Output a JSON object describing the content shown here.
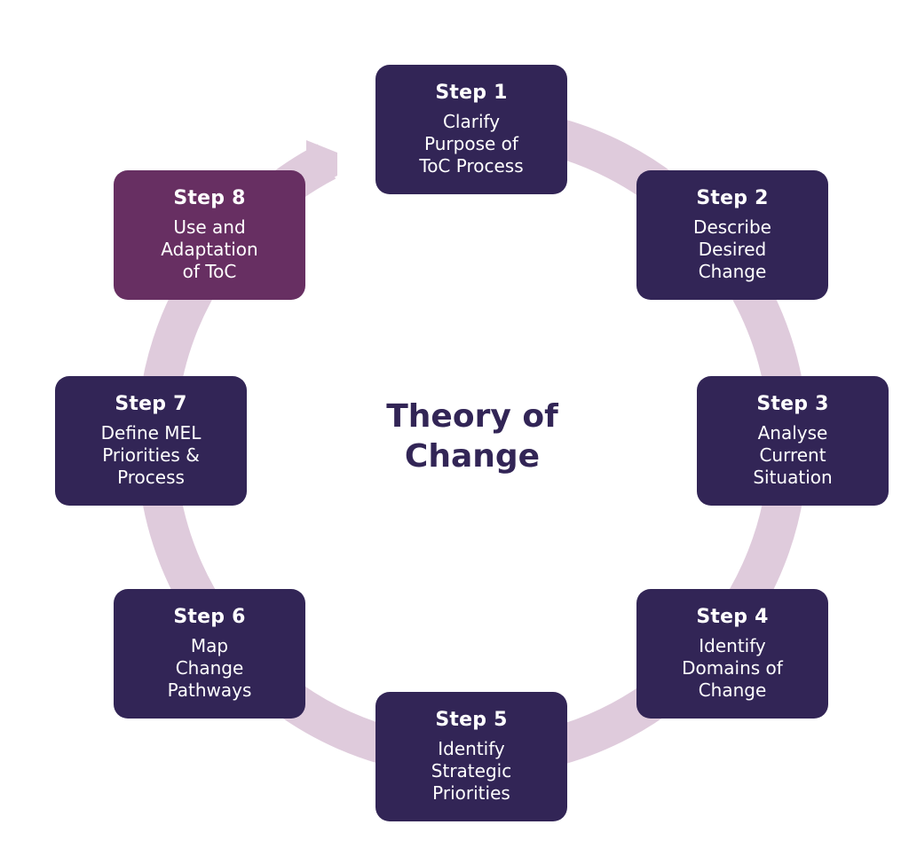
{
  "title_lines": [
    "Theory of",
    "Change"
  ],
  "colors": {
    "box": "#322556",
    "highlight_box": "#672f62",
    "ring": "#dfcbdc",
    "text": "#ffffff",
    "title": "#322556"
  },
  "steps": [
    {
      "label": "Step 1",
      "lines": [
        "Clarify",
        "Purpose of",
        "ToC Process"
      ]
    },
    {
      "label": "Step 2",
      "lines": [
        "Describe",
        "Desired",
        "Change"
      ]
    },
    {
      "label": "Step 3",
      "lines": [
        "Analyse",
        "Current",
        "Situation"
      ]
    },
    {
      "label": "Step 4",
      "lines": [
        "Identify",
        "Domains of",
        "Change"
      ]
    },
    {
      "label": "Step 5",
      "lines": [
        "Identify",
        "Strategic",
        "Priorities"
      ]
    },
    {
      "label": "Step 6",
      "lines": [
        "Map",
        "Change",
        "Pathways"
      ]
    },
    {
      "label": "Step 7",
      "lines": [
        "Define MEL",
        "Priorities &",
        "Process"
      ]
    },
    {
      "label": "Step 8",
      "lines": [
        "Use and",
        "Adaptation",
        "of ToC"
      ]
    }
  ]
}
